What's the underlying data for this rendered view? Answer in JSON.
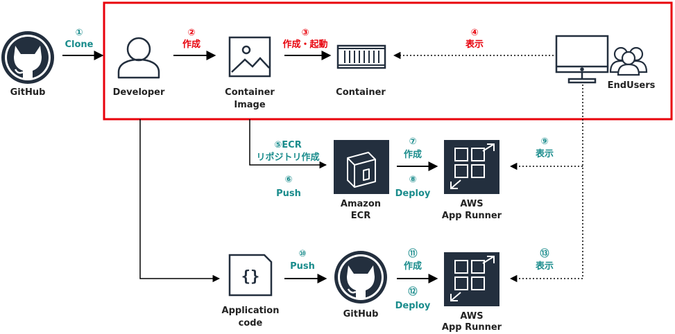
{
  "nodes": {
    "github_left": "GitHub",
    "developer": "Developer",
    "container_image": [
      "Container",
      "Image"
    ],
    "container": "Container",
    "endusers": "EndUsers",
    "amazon_ecr": [
      "Amazon",
      "ECR"
    ],
    "apprunner_top": [
      "AWS",
      "App Runner"
    ],
    "application_code": [
      "Application",
      "code"
    ],
    "github_bottom": "GitHub",
    "apprunner_bottom": [
      "AWS",
      "App Runner"
    ]
  },
  "steps": {
    "s1": [
      "①",
      "Clone"
    ],
    "s2": [
      "②",
      "作成"
    ],
    "s3": [
      "③",
      "作成・起動"
    ],
    "s4": [
      "④",
      "表示"
    ],
    "s5": [
      "⑤ECR",
      "リポジトリ作成"
    ],
    "s6": [
      "⑥",
      "Push"
    ],
    "s7": [
      "⑦",
      "作成"
    ],
    "s8": [
      "⑧",
      "Deploy"
    ],
    "s9": [
      "⑨",
      "表示"
    ],
    "s10": [
      "⑩",
      "Push"
    ],
    "s11": [
      "⑪",
      "作成"
    ],
    "s12": [
      "⑫",
      "Deploy"
    ],
    "s13": [
      "⑬",
      "表示"
    ]
  },
  "colors": {
    "highlight_box": "#e8000b",
    "step_local": "#e8000b",
    "step_aws": "#1a8c8c",
    "icon_dark": "#232f3e",
    "line": "#000000"
  },
  "icons": {
    "github_left": "github-icon",
    "developer": "user-icon",
    "container_image": "image-icon",
    "container": "container-icon",
    "monitor": "monitor-icon",
    "endusers": "users-icon",
    "amazon_ecr": "ecr-icon",
    "apprunner": "app-runner-icon",
    "application_code": "code-file-icon",
    "github_bottom": "github-icon"
  }
}
